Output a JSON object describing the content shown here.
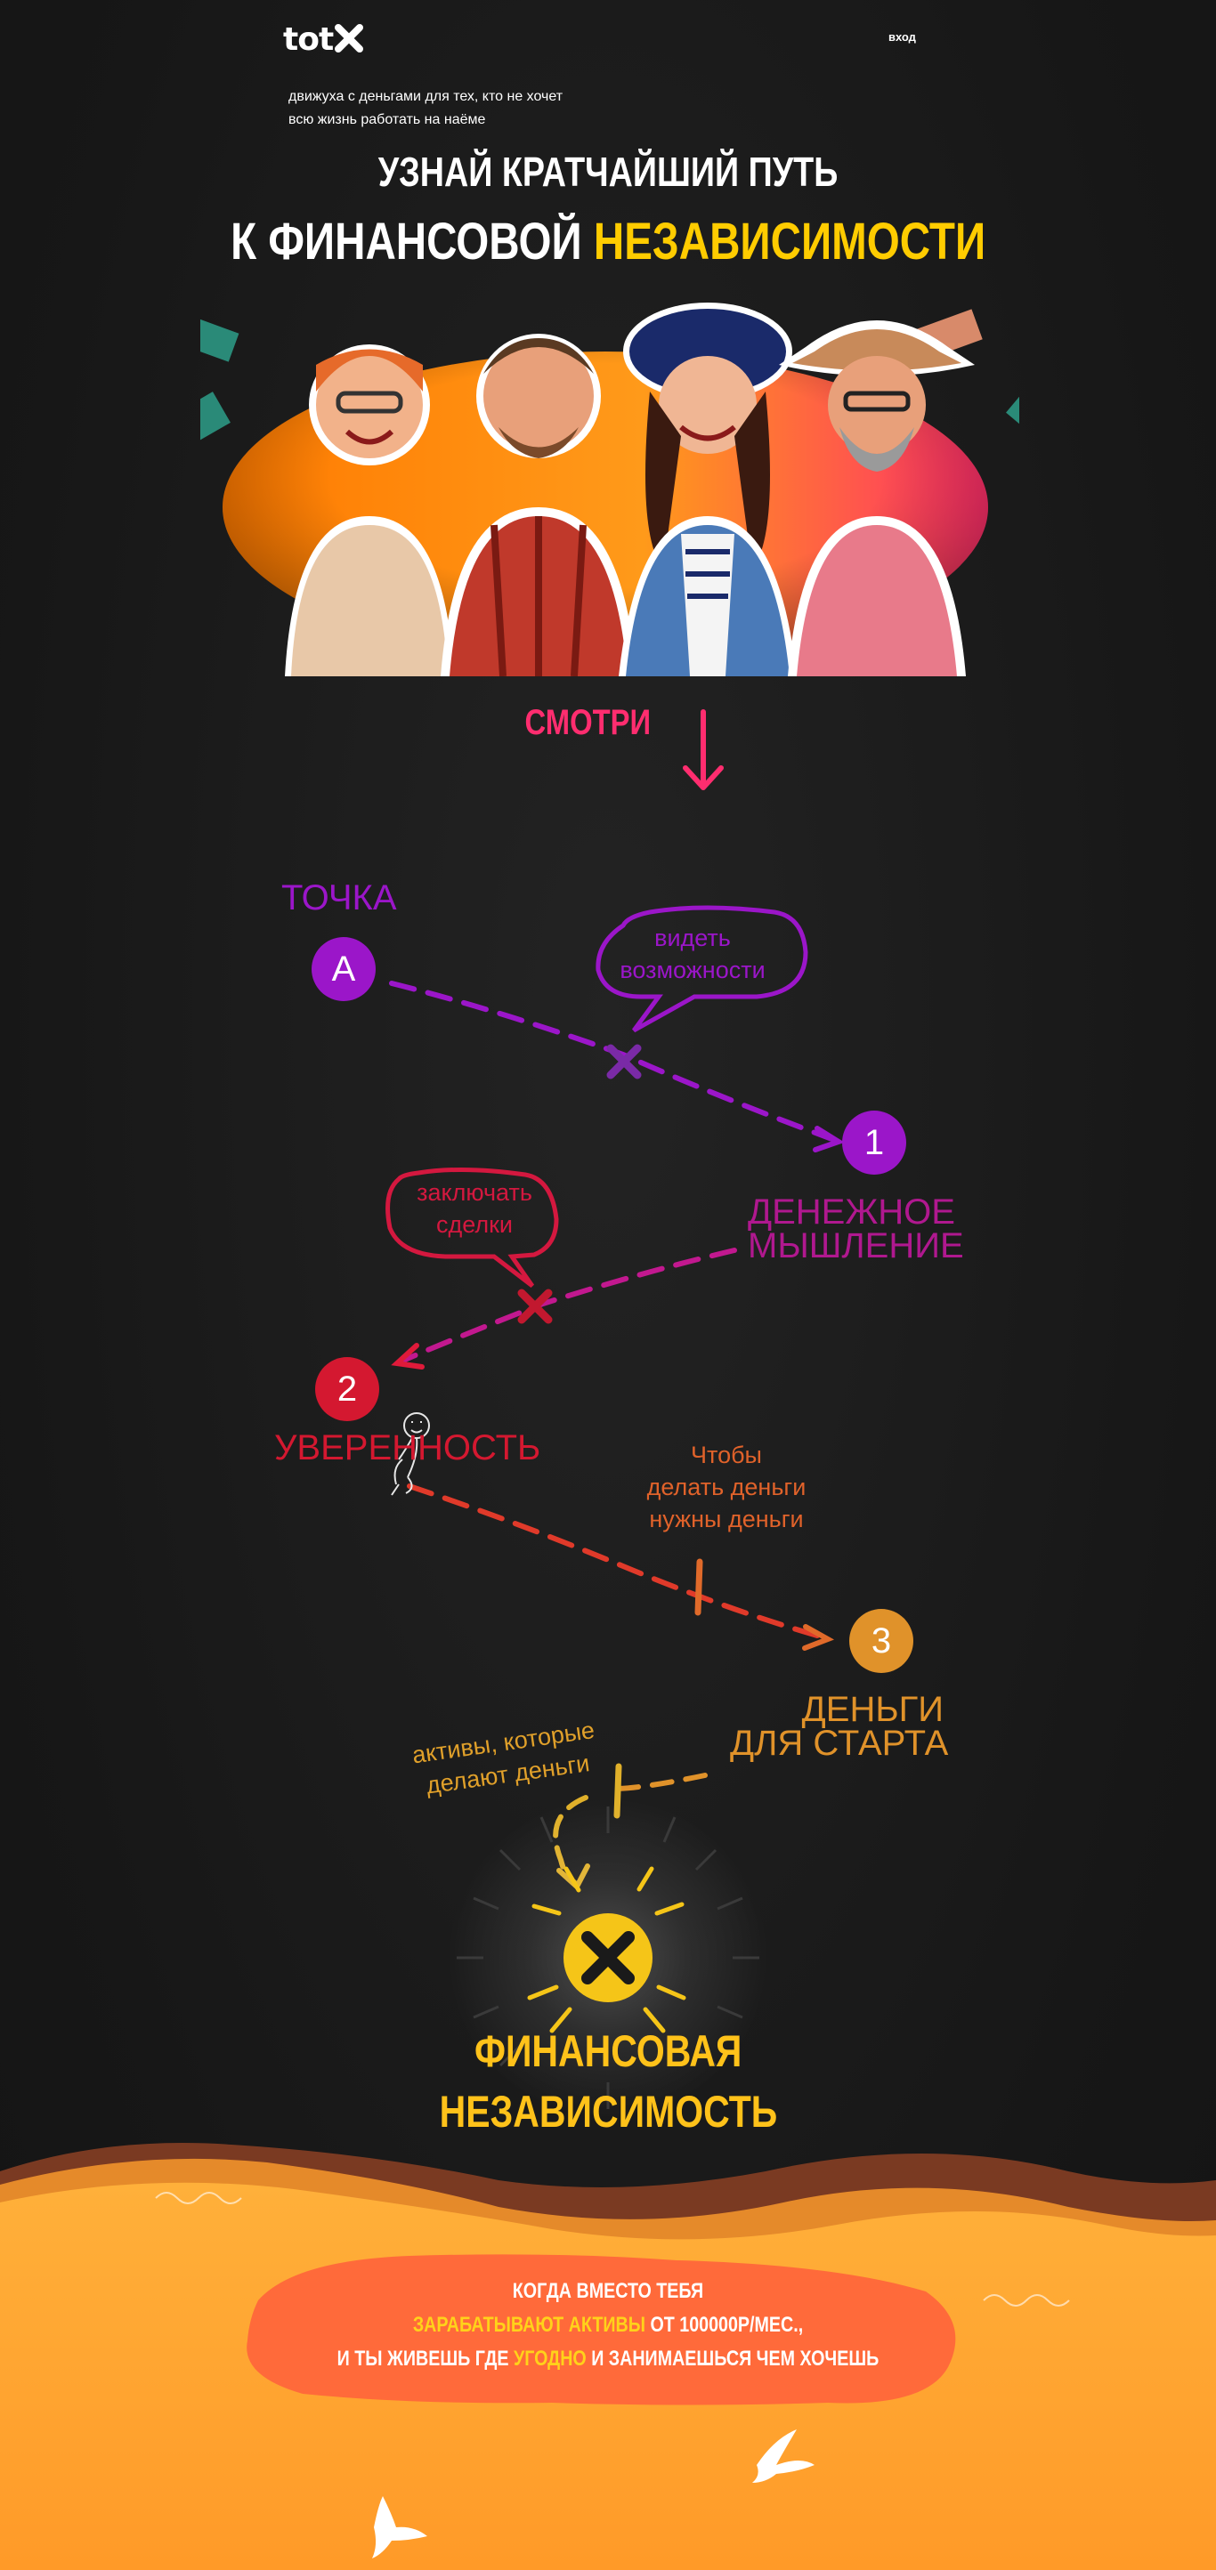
{
  "header": {
    "logo": "tot",
    "login_label": "вход",
    "tagline": "движуха с деньгами для тех, кто не хочет всю жизнь работать на наёме"
  },
  "headline": {
    "line1": "УЗНАЙ КРАТЧАЙШИЙ ПУТЬ",
    "line2_prefix": "К ФИНАНСОВОЙ",
    "line2_accent": "НЕЗАВИСИМОСТИ"
  },
  "watch": {
    "label": "СМОТРИ"
  },
  "roadmap": {
    "start_label": "ТОЧКА",
    "start_node": "А",
    "bubble1": "видеть возможности",
    "step1_node": "1",
    "step1_label_line1": "ДЕНЕЖНОЕ",
    "step1_label_line2": "МЫШЛЕНИЕ",
    "bubble2": "заключать сделки",
    "step2_node": "2",
    "step2_label": "УВЕРЕННОСТЬ",
    "note3_line1": "Чтобы",
    "note3_line2": "делать деньги",
    "note3_line3": "нужны деньги",
    "step3_node": "3",
    "step3_label_line1": "ДЕНЬГИ",
    "step3_label_line2": "ДЛЯ СТАРТА",
    "note4_line1": "активы, которые",
    "note4_line2": "делают деньги",
    "final_line1": "ФИНАНСОВАЯ",
    "final_line2": "НЕЗАВИСИМОСТЬ"
  },
  "bottom": {
    "line1": "КОГДА ВМЕСТО ТЕБЯ",
    "line2_accent": "ЗАРАБАТЫВАЮТ АКТИВЫ",
    "line2_rest": " ОТ 100000Р/МЕС.,",
    "line3_a": "И ТЫ ЖИВЕШЬ ГДЕ ",
    "line3_accent": "УГОДНО",
    "line3_b": " И ЗАНИМАЕШЬСЯ ЧЕМ ХОЧЕШЬ"
  },
  "colors": {
    "accent_yellow": "#ffcc00",
    "watch_pink": "#ff2d6f",
    "purple": "#9b16c9",
    "magenta": "#c2188f",
    "red": "#e01a3a",
    "orange": "#e06a2a",
    "amber": "#e0922a",
    "bottom_orange": "#ff9a2a"
  }
}
